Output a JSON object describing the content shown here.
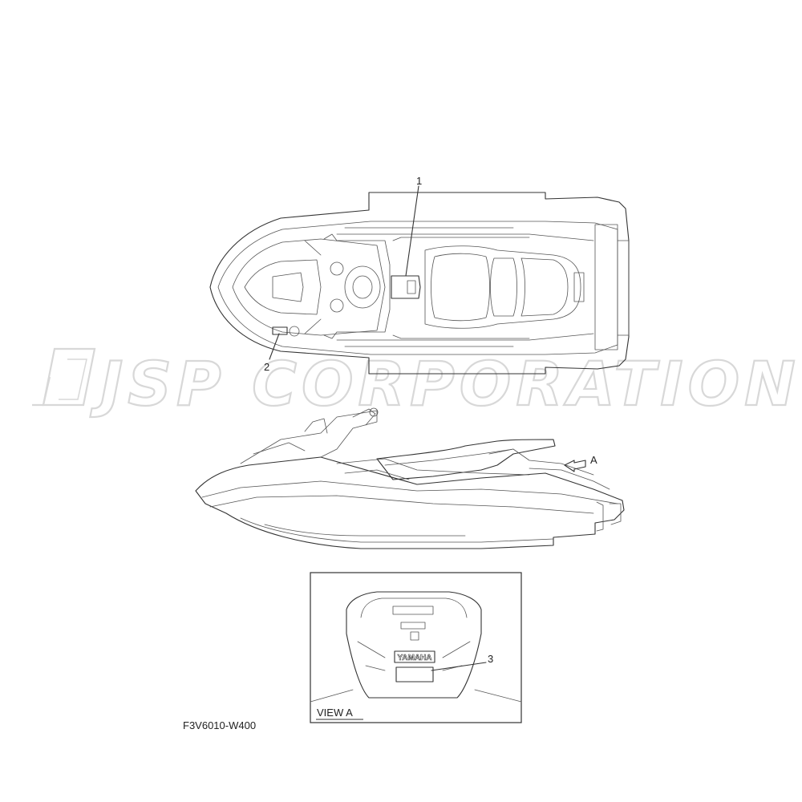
{
  "watermark": {
    "text": "JSP CORPORATION"
  },
  "callouts": {
    "c1": "1",
    "c2": "2",
    "c3": "3",
    "view_arrow": "A"
  },
  "inset": {
    "label": "VIEW A",
    "logo_text": "YAMAHA"
  },
  "part_code": "F3V6010-W400",
  "colors": {
    "line": "#333333",
    "watermark_stroke": "#d8d8d8",
    "background": "#ffffff"
  }
}
